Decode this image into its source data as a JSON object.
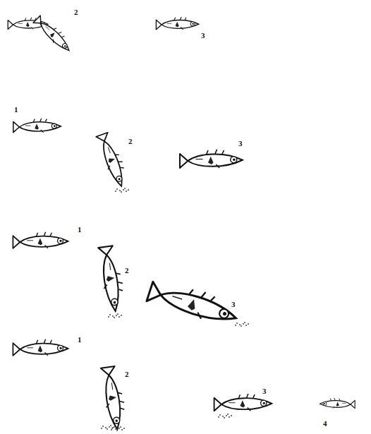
{
  "diagram": {
    "labels": [
      "2",
      "3",
      "1",
      "2",
      "3",
      "1",
      "2",
      "3",
      "1",
      "2",
      "3",
      "4"
    ]
  }
}
